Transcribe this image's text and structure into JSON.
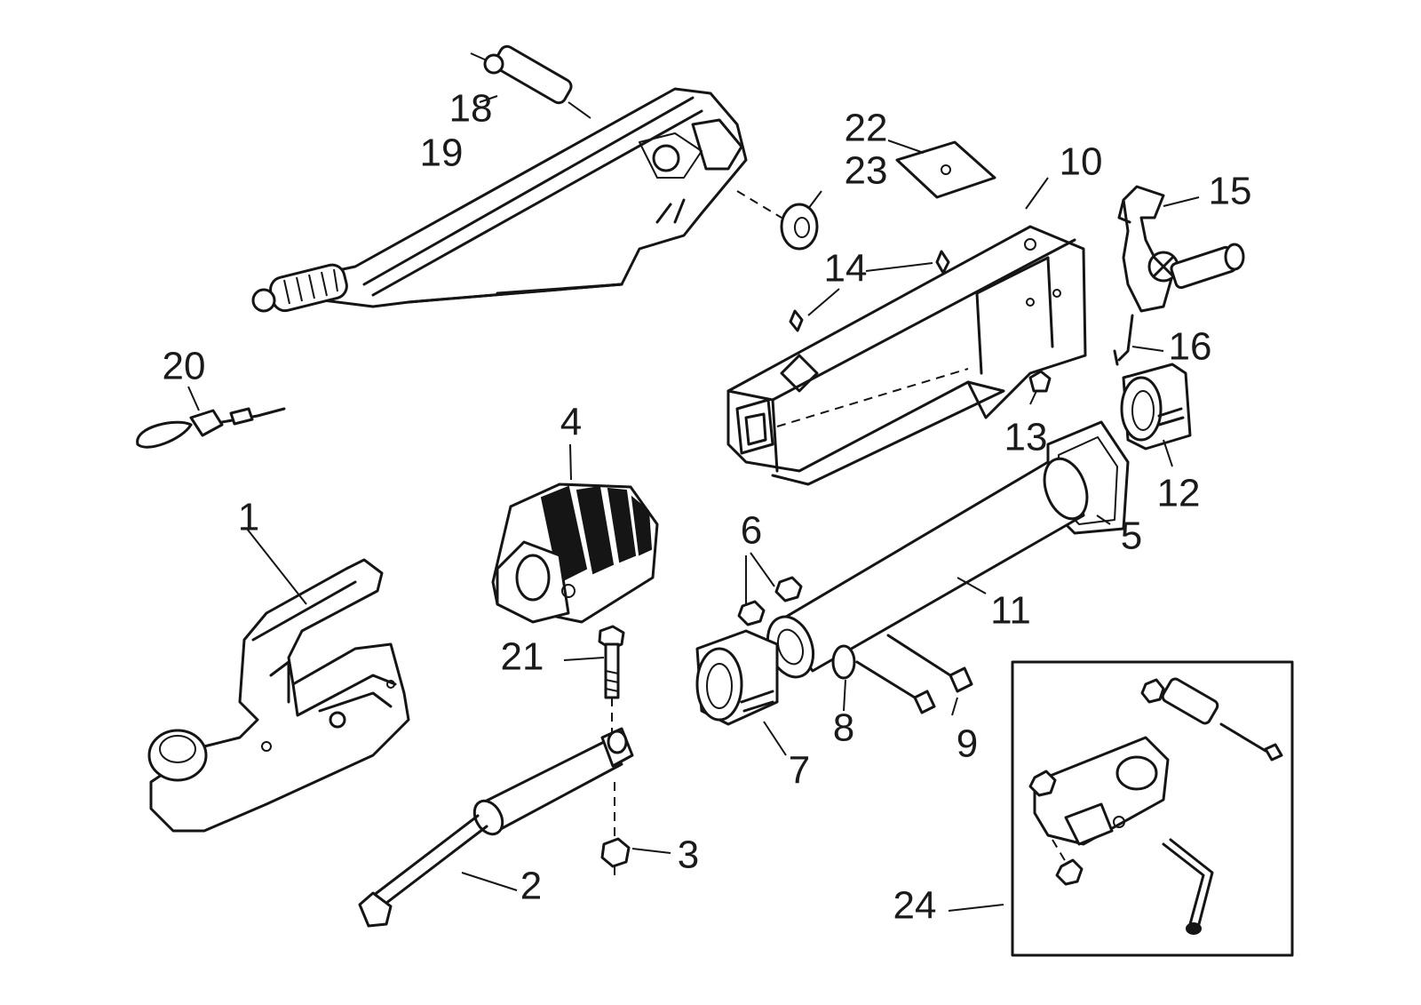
{
  "diagram": {
    "callouts": {
      "1": "1",
      "2": "2",
      "3": "3",
      "4": "4",
      "5": "5",
      "6": "6",
      "7": "7",
      "8": "8",
      "9": "9",
      "10": "10",
      "11": "11",
      "12": "12",
      "13": "13",
      "14": "14",
      "15": "15",
      "16": "16",
      "18": "18",
      "19": "19",
      "20": "20",
      "21": "21",
      "22": "22",
      "23": "23",
      "24": "24"
    },
    "line_color": "#151515",
    "background": "#ffffff"
  }
}
